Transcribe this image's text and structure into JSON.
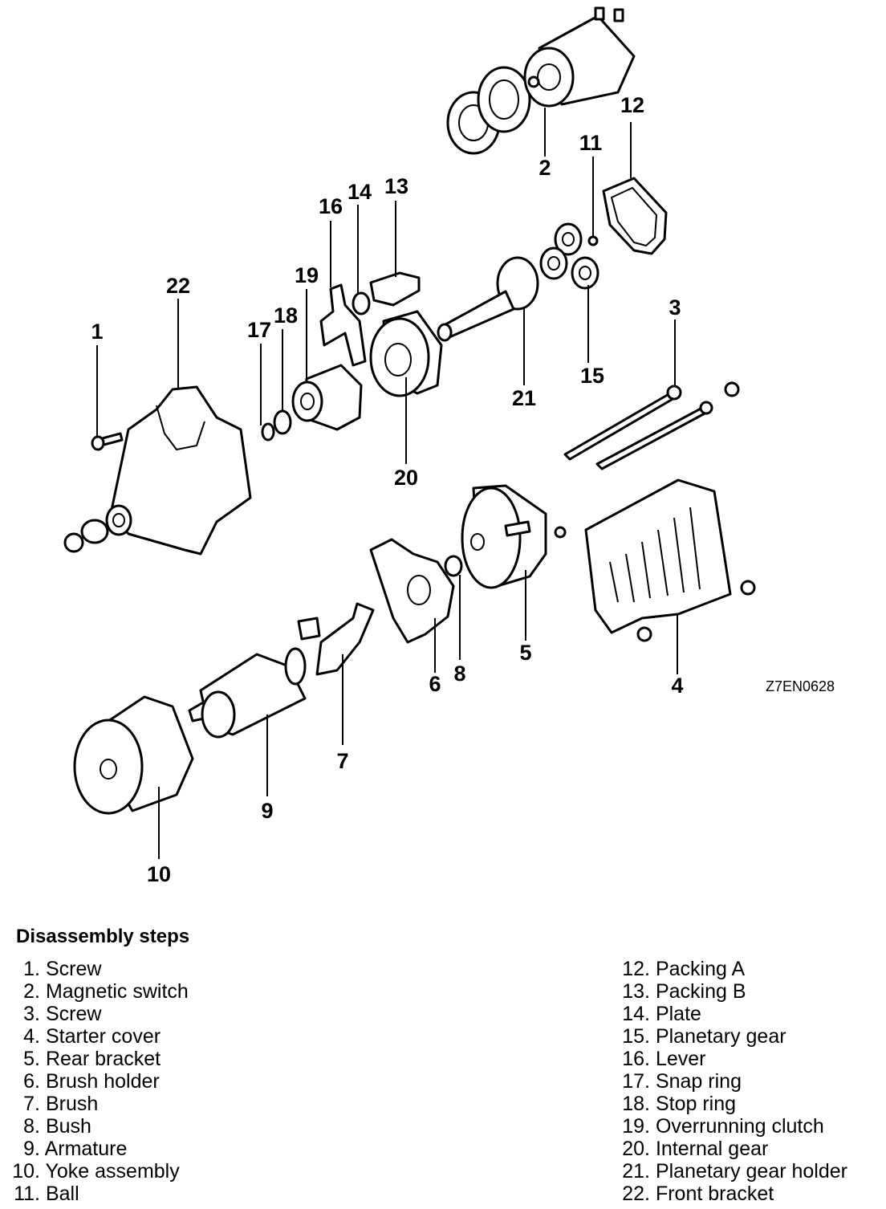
{
  "figure_code": "Z7EN0628",
  "callouts": [
    {
      "id": "1",
      "label": "1"
    },
    {
      "id": "2",
      "label": "2"
    },
    {
      "id": "3",
      "label": "3"
    },
    {
      "id": "4",
      "label": "4"
    },
    {
      "id": "5",
      "label": "5"
    },
    {
      "id": "6",
      "label": "6"
    },
    {
      "id": "7",
      "label": "7"
    },
    {
      "id": "8",
      "label": "8"
    },
    {
      "id": "9",
      "label": "9"
    },
    {
      "id": "10",
      "label": "10"
    },
    {
      "id": "11",
      "label": "11"
    },
    {
      "id": "12",
      "label": "12"
    },
    {
      "id": "13",
      "label": "13"
    },
    {
      "id": "14",
      "label": "14"
    },
    {
      "id": "15",
      "label": "15"
    },
    {
      "id": "16",
      "label": "16"
    },
    {
      "id": "17",
      "label": "17"
    },
    {
      "id": "18",
      "label": "18"
    },
    {
      "id": "19",
      "label": "19"
    },
    {
      "id": "20",
      "label": "20"
    },
    {
      "id": "21",
      "label": "21"
    },
    {
      "id": "22",
      "label": "22"
    }
  ],
  "steps_title": "Disassembly steps",
  "steps": [
    {
      "num": "1.",
      "text": "Screw"
    },
    {
      "num": "2.",
      "text": "Magnetic switch"
    },
    {
      "num": "3.",
      "text": "Screw"
    },
    {
      "num": "4.",
      "text": "Starter cover"
    },
    {
      "num": "5.",
      "text": "Rear bracket"
    },
    {
      "num": "6.",
      "text": "Brush holder"
    },
    {
      "num": "7.",
      "text": "Brush"
    },
    {
      "num": "8.",
      "text": "Bush"
    },
    {
      "num": "9.",
      "text": "Armature"
    },
    {
      "num": "10.",
      "text": "Yoke assembly"
    },
    {
      "num": "11.",
      "text": "Ball"
    },
    {
      "num": "12.",
      "text": "Packing A"
    },
    {
      "num": "13.",
      "text": "Packing B"
    },
    {
      "num": "14.",
      "text": "Plate"
    },
    {
      "num": "15.",
      "text": "Planetary gear"
    },
    {
      "num": "16.",
      "text": "Lever"
    },
    {
      "num": "17.",
      "text": "Snap ring"
    },
    {
      "num": "18.",
      "text": "Stop ring"
    },
    {
      "num": "19.",
      "text": "Overrunning clutch"
    },
    {
      "num": "20.",
      "text": "Internal gear"
    },
    {
      "num": "21.",
      "text": "Planetary gear holder"
    },
    {
      "num": "22.",
      "text": "Front bracket"
    }
  ]
}
